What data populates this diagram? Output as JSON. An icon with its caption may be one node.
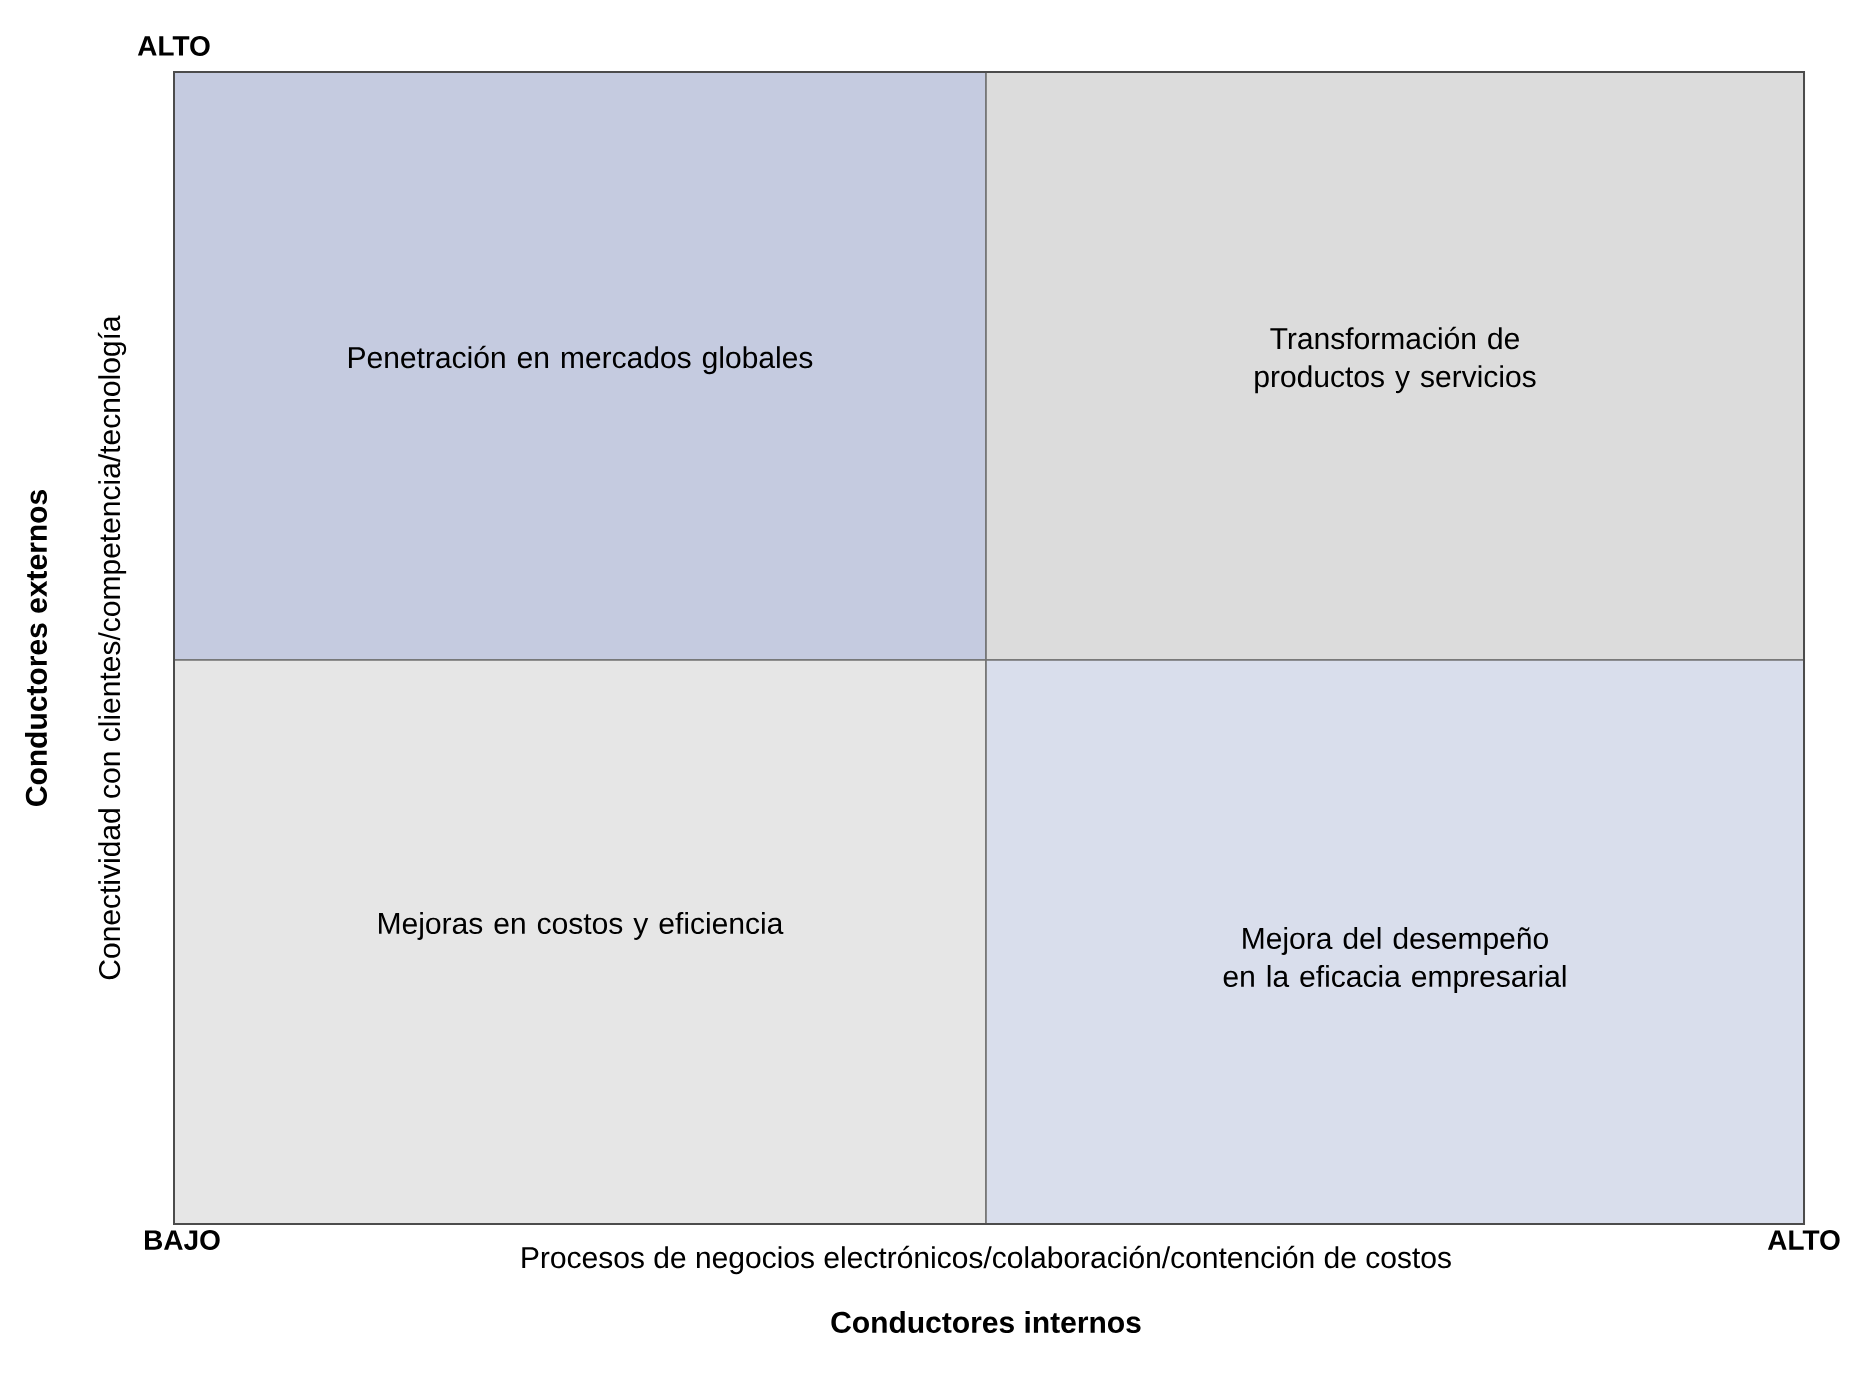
{
  "diagram": {
    "nodes": [
      {
        "text": [
          "Penetración en mercados globales"
        ]
      },
      {
        "text": [
          "Transformación de productos y servicios"
        ]
      },
      {
        "text": [
          "Mejoras en costos y eficiencia"
        ]
      },
      {
        "text": [
          "Mejora del desempeño en la eficacia empresarial"
        ]
      }
    ],
    "labels": [
      "ALTO",
      "Conductores externos",
      "Conectividad con clientes/competencia/tecnología",
      "BAJO",
      "ALTO",
      "Procesos de negocios electrónicos/colaboración/contención de costos",
      "Conductores internos"
    ]
  }
}
